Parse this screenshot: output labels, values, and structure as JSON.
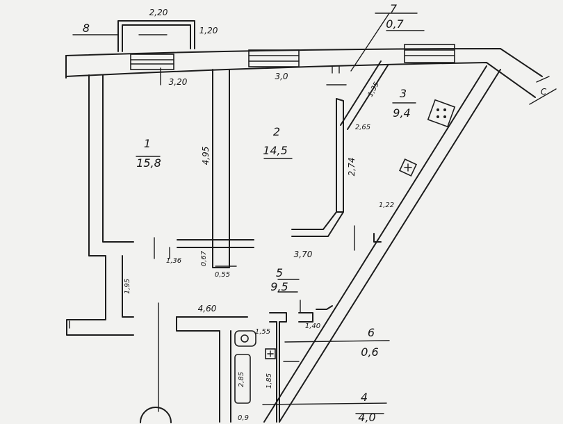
{
  "rooms": [
    {
      "number": "1",
      "area": "15,8"
    },
    {
      "number": "2",
      "area": "14,5"
    },
    {
      "number": "3",
      "area": "9,4"
    },
    {
      "number": "4",
      "area": "4,0"
    },
    {
      "number": "5",
      "area": "9,5"
    },
    {
      "number": "6",
      "area": "0,6"
    },
    {
      "number": "7",
      "area": "0,7"
    }
  ],
  "dimensions": {
    "balcony_width": "2,20",
    "balcony_depth": "1,20",
    "room1_width": "3,20",
    "room2_width": "3,0",
    "partition_length": "4,95",
    "room2_side": "2,74",
    "room3_diag": "1,35",
    "room3_small": "2,65",
    "room3_door": "1,22",
    "hall_width": "3,70",
    "hall_door": "1,36",
    "hall_gap": "0,67",
    "partition_thickness": "0,55",
    "corridor": "1,95",
    "bath_length": "4,60",
    "bath_width": "1,55",
    "wc_width": "1,40",
    "wc_length": "1,85",
    "bath_side": "2,85",
    "bottom_gap": "0,9"
  },
  "marks": {
    "balcony_mark": "8",
    "corner_mark": "С"
  }
}
